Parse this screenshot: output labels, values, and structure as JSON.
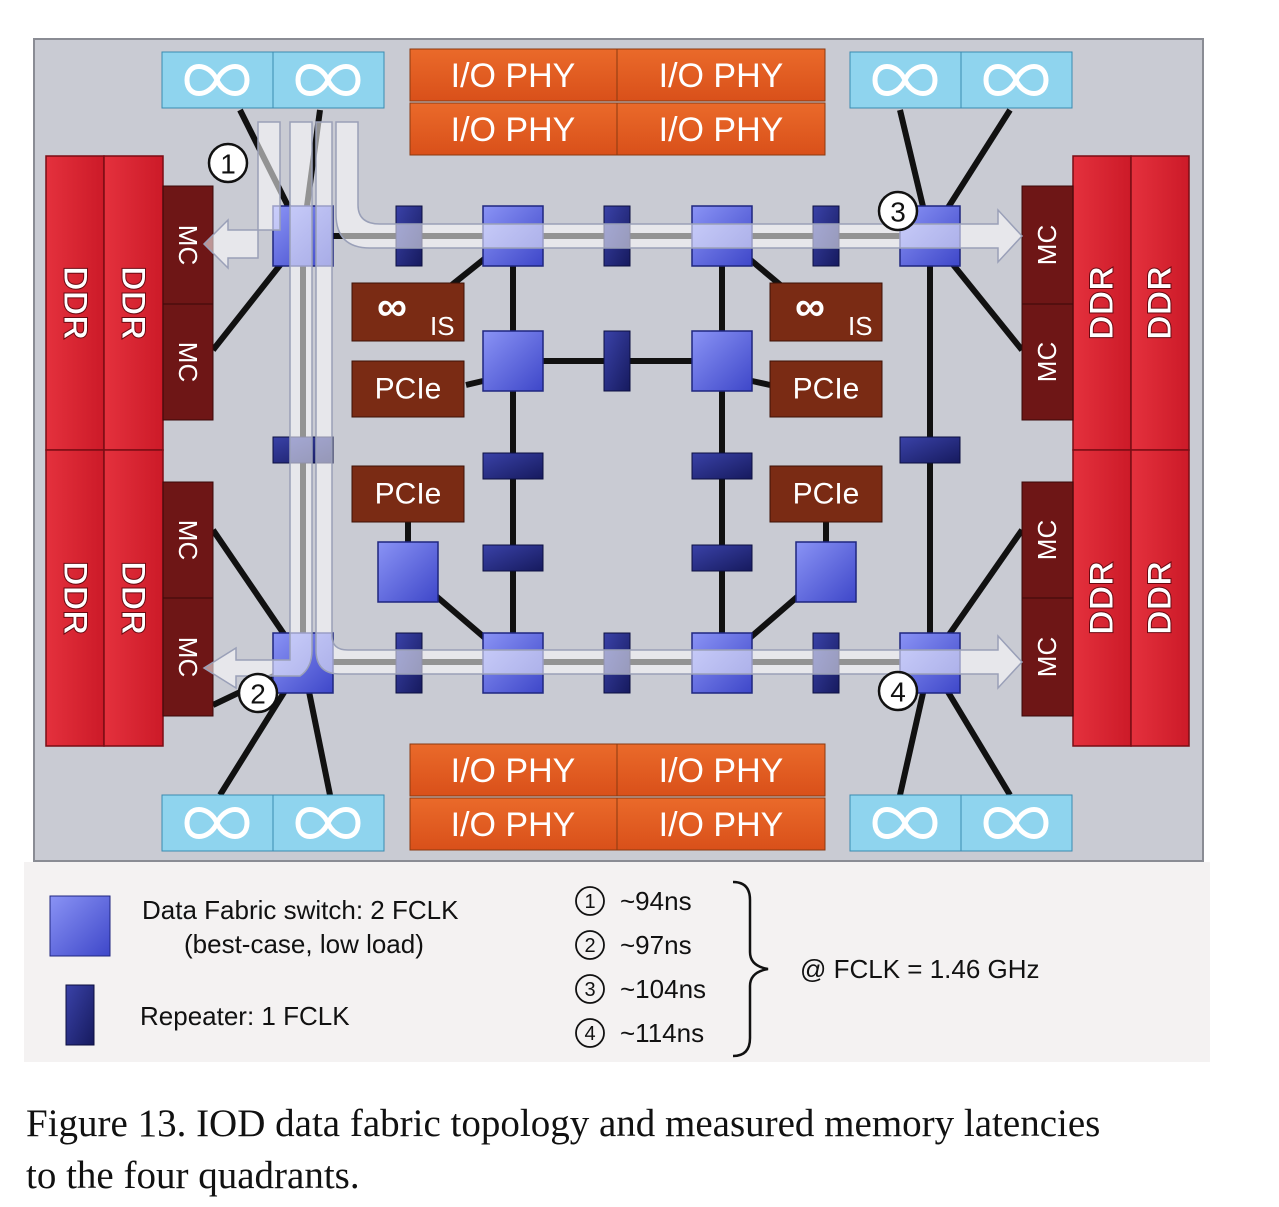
{
  "diagram": {
    "io_phy_label": "I/O PHY",
    "ddr_label": "DDR",
    "mc_label": "MC",
    "pcie_label": "PCIe",
    "is_sub_label": "IS",
    "infinity_symbol": "∞",
    "link_icon": "infinity-link-icon",
    "markers": [
      "1",
      "2",
      "3",
      "4"
    ]
  },
  "legend": {
    "switch_label": "Data Fabric switch: 2 FCLK",
    "switch_sub": "(best-case, low load)",
    "repeater_label": "Repeater: 1 FCLK",
    "latencies": [
      {
        "marker": "1",
        "value": "~94ns"
      },
      {
        "marker": "2",
        "value": "~97ns"
      },
      {
        "marker": "3",
        "value": "~104ns"
      },
      {
        "marker": "4",
        "value": "~114ns"
      }
    ],
    "clock": "@ FCLK = 1.46 GHz"
  },
  "caption": {
    "line1": "Figure 13. IOD data fabric topology and measured memory latencies",
    "line2": "to the four quadrants."
  },
  "colors": {
    "die_bg": "#c9cbd3",
    "ddr": "#d91f2e",
    "mc": "#6e1616",
    "io_phy": "#df5a1e",
    "pcie_is": "#7a2b14",
    "switch": "#5a63e0",
    "repeater": "#23297d",
    "link_block": "#8fd4ee",
    "wire": "#111111"
  }
}
